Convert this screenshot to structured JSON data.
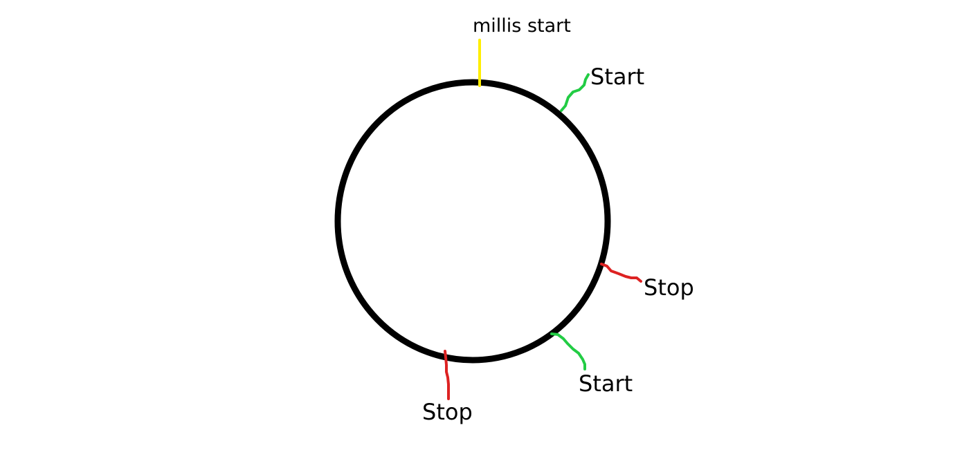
{
  "diagram": {
    "labels": {
      "millis_start": "millis start",
      "start_upper": "Start",
      "stop_right": "Stop",
      "start_lower": "Start",
      "stop_bottom": "Stop"
    },
    "colors": {
      "circle": "#000000",
      "millis_marker": "#ffee00",
      "start_marker": "#22cc44",
      "stop_marker": "#dd2222",
      "background": "#ffffff"
    }
  }
}
